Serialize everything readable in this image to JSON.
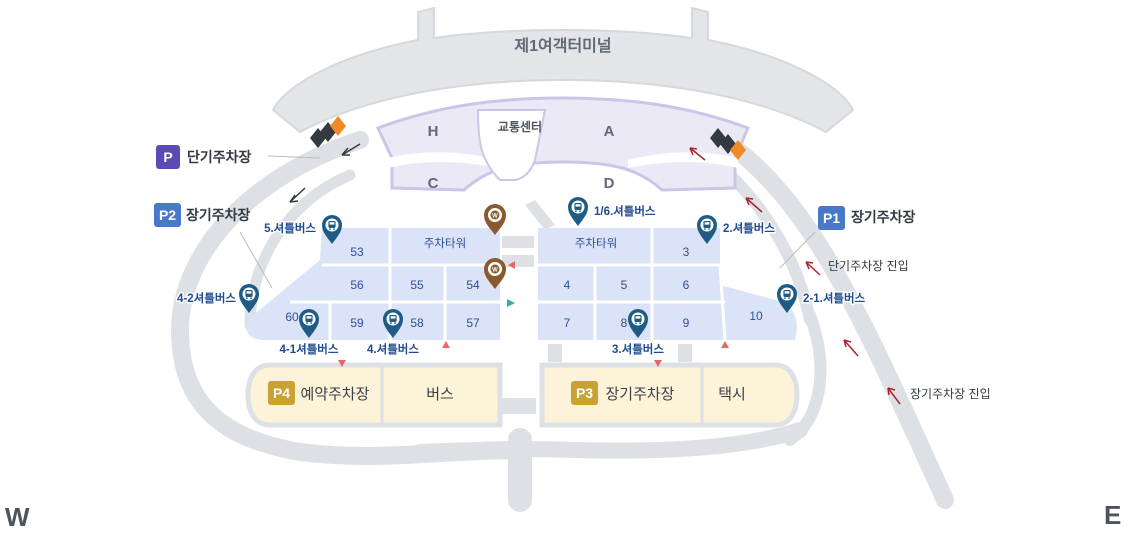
{
  "terminal": {
    "name": "제1여객터미널"
  },
  "gates": [
    "H",
    "A",
    "C",
    "D"
  ],
  "transport_center": "교통센터",
  "parking_tower_label": "주차타워",
  "lots_west": [
    "53",
    "56",
    "55",
    "54",
    "60",
    "59",
    "58",
    "57"
  ],
  "lots_east": [
    "3",
    "4",
    "5",
    "6",
    "7",
    "8",
    "9",
    "10"
  ],
  "legend": {
    "short_term": {
      "badge": "P",
      "label": "단기주차장",
      "color": "#5b4bb5"
    },
    "long_term_p2": {
      "badge": "P2",
      "label": "장기주차장",
      "color": "#4a78c8"
    },
    "long_term_p1": {
      "badge": "P1",
      "label": "장기주차장",
      "color": "#4a78c8"
    }
  },
  "shuttles": {
    "s16": "1/6.셔틀버스",
    "s5": "5.셔틀버스",
    "s2": "2.셔틀버스",
    "s42": "4-2셔틀버스",
    "s21": "2-1.셔틀버스",
    "s41": "4-1셔틀버스",
    "s4": "4.셔틀버스",
    "s3": "3.셔틀버스"
  },
  "entries": {
    "short_term_entry": "단기주차장 진입",
    "long_term_entry": "장기주차장 진입"
  },
  "zones": {
    "p4": {
      "badge": "P4",
      "label": "예약주차장",
      "color": "#c9a233"
    },
    "bus": "버스",
    "p3": {
      "badge": "P3",
      "label": "장기주차장",
      "color": "#c9a233"
    },
    "taxi": "택시"
  },
  "directions": {
    "west": "W",
    "east": "E"
  },
  "colors": {
    "road": "#dde0e5",
    "lot_fill": "#dae3f7",
    "zone_fill": "#fcf3d9",
    "shuttle_pin": "#1e5c86",
    "parking_pin": "#8a5a2e",
    "arrow": "#a8252f"
  },
  "icons": [
    "shuttle-bus-pin-icon",
    "parking-pin-icon",
    "chevron-arrow-icon",
    "direction-arrow-icon"
  ]
}
